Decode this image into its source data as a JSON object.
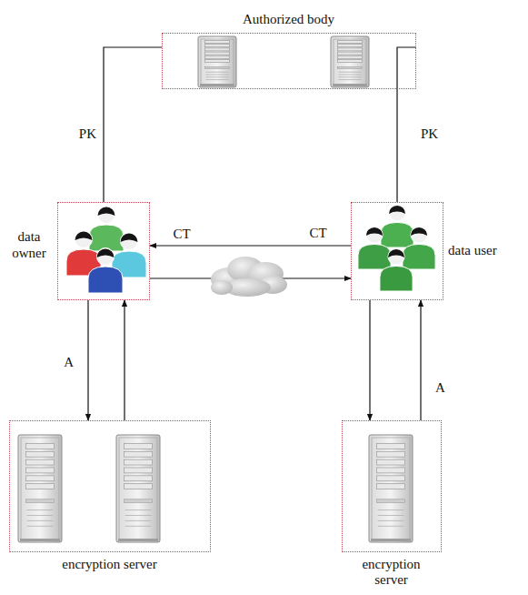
{
  "diagram": {
    "nodes": [
      {
        "text": [
          "Authorized body"
        ]
      },
      {
        "text": [
          "data owner"
        ]
      },
      {
        "text": [
          "data user"
        ]
      },
      {
        "text": [
          "encryption server"
        ]
      },
      {
        "text": [
          "encryption server"
        ]
      }
    ],
    "edges": [
      {
        "from": 0,
        "to": 1,
        "label": "PK",
        "arrow": "none"
      },
      {
        "from": 0,
        "to": 2,
        "label": "PK",
        "arrow": "none"
      },
      {
        "from": 2,
        "to": 1,
        "label": "CT",
        "arrow": "to"
      },
      {
        "from": 1,
        "to": 2,
        "arrow": "to"
      },
      {
        "from": 1,
        "to": 3,
        "label": "A",
        "arrow": "to"
      },
      {
        "from": 3,
        "to": 1,
        "arrow": "to"
      },
      {
        "from": 2,
        "to": 4,
        "arrow": "to"
      },
      {
        "from": 4,
        "to": 2,
        "label": "A",
        "arrow": "to"
      }
    ],
    "labels": [
      "CT"
    ]
  }
}
